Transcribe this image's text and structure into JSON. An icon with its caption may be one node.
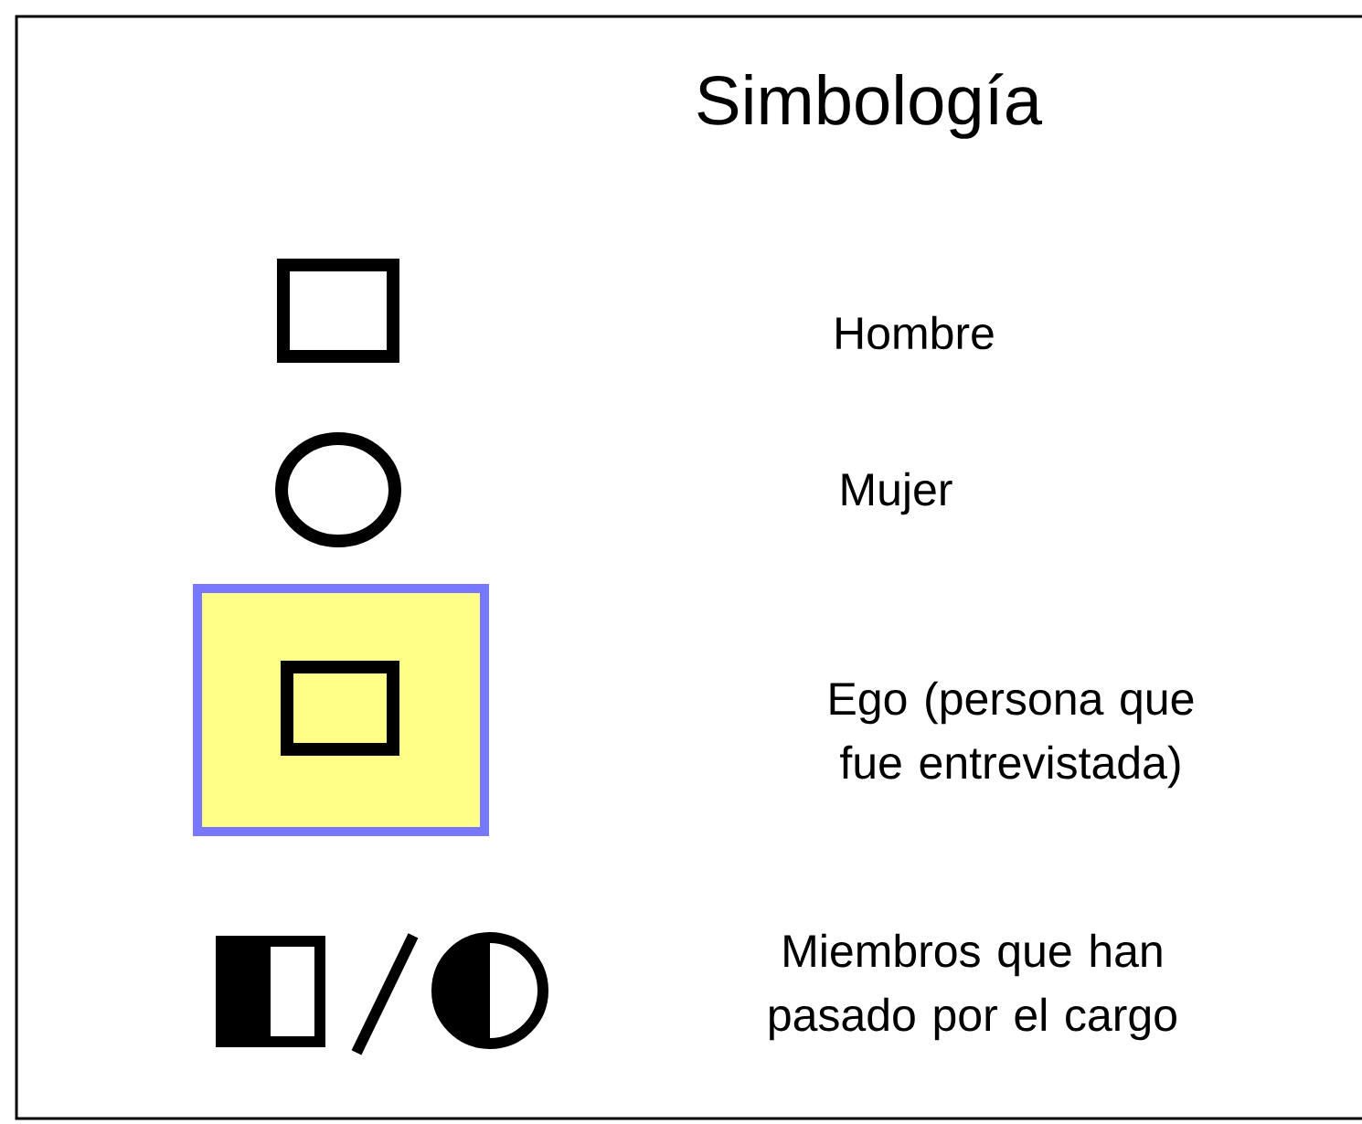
{
  "diagram": {
    "title": "Simbología",
    "legend": [
      {
        "text": "Hombre"
      },
      {
        "text": "Mujer"
      },
      {
        "text": "Ego (persona que fue entrevistada)"
      },
      {
        "text": "Miembros que han pasado por el cargo"
      }
    ]
  }
}
